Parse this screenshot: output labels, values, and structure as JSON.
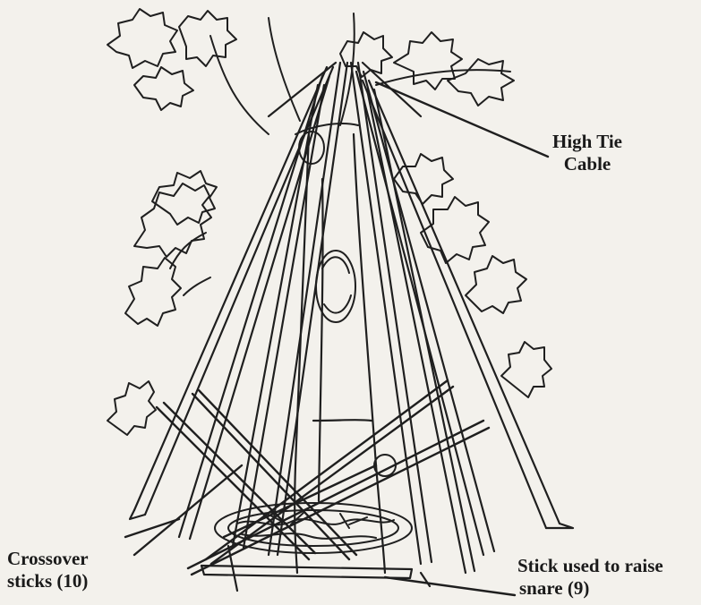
{
  "figure": {
    "labels": {
      "high_tie": [
        "High Tie",
        "Cable"
      ],
      "crossover": [
        "Crossover",
        "sticks (10)"
      ],
      "raise_stick": [
        "Stick used to raise",
        "snare (9)"
      ]
    },
    "ink_color": "#1f1f1f",
    "paper_color": "#f3f1ec"
  }
}
